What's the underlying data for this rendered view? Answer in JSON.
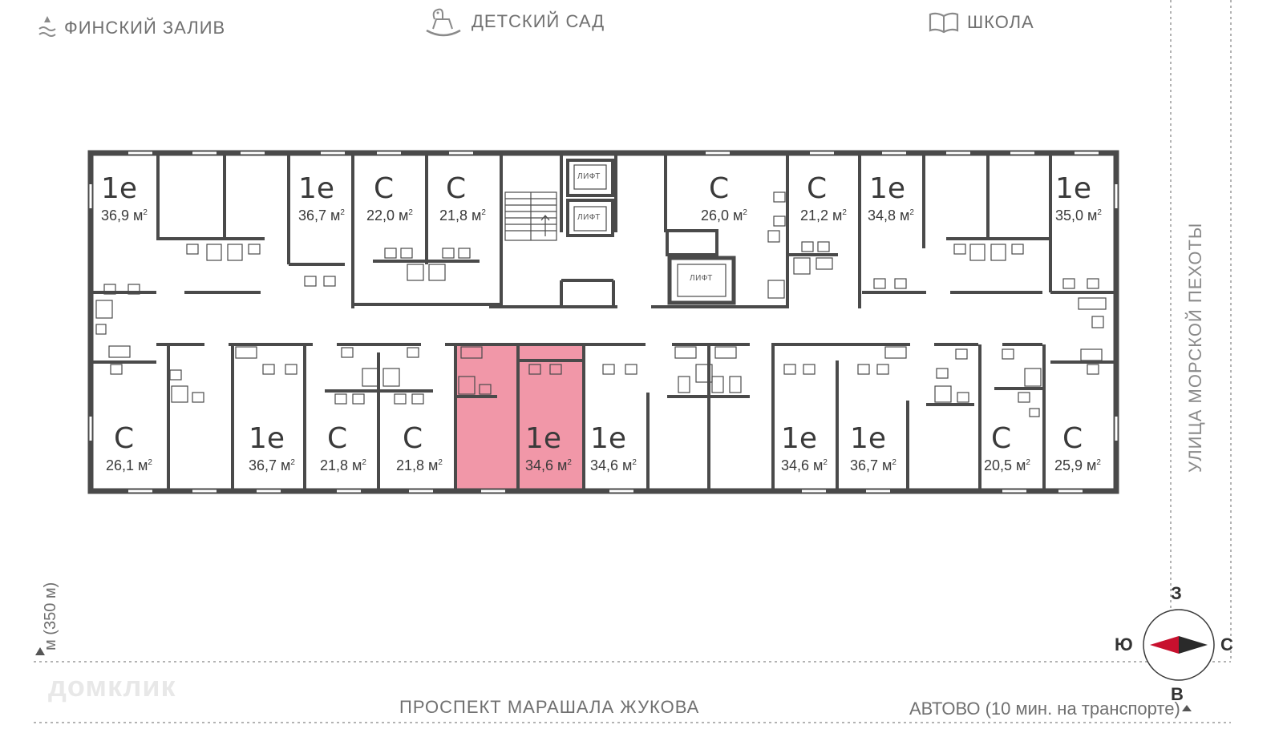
{
  "landmarks": {
    "gulf": "ФИНСКИЙ  ЗАЛИВ",
    "kindergarten": "ДЕТСКИЙ  САД",
    "school": "ШКОЛА"
  },
  "lift_label": "ЛИФТ",
  "units_top": [
    {
      "type": "1е",
      "area": "36,9 м"
    },
    {
      "type": "1е",
      "area": "36,7 м"
    },
    {
      "type": "С",
      "area": "22,0 м"
    },
    {
      "type": "С",
      "area": "21,8 м"
    },
    {
      "type": "С",
      "area": "26,0 м"
    },
    {
      "type": "С",
      "area": "21,2 м"
    },
    {
      "type": "1е",
      "area": "34,8 м"
    },
    {
      "type": "1е",
      "area": "35,0 м"
    }
  ],
  "units_bottom": [
    {
      "type": "С",
      "area": "26,1 м"
    },
    {
      "type": "1е",
      "area": "36,7 м"
    },
    {
      "type": "С",
      "area": "21,8 м"
    },
    {
      "type": "С",
      "area": "21,8 м"
    },
    {
      "type": "1е",
      "area": "34,6 м",
      "highlighted": true
    },
    {
      "type": "1е",
      "area": "34,6 м"
    },
    {
      "type": "1е",
      "area": "34,6 м"
    },
    {
      "type": "1е",
      "area": "36,7 м"
    },
    {
      "type": "С",
      "area": "20,5 м"
    },
    {
      "type": "С",
      "area": "25,9 м"
    }
  ],
  "area_superscript": "2",
  "streets": {
    "side": "УЛИЦА  МОРСКОЙ  ПЕХОТЫ",
    "bottom": "ПРОСПЕКТ  МАРАШАЛА  ЖУКОВА"
  },
  "metro": "АВТОВО (10 мин. на транспорте)",
  "distance": "м (350 м)",
  "watermark": "домклик",
  "compass": {
    "north": "З",
    "south": "В",
    "west": "Ю",
    "east": "С"
  },
  "colors": {
    "walls": "#4a4a4a",
    "highlight": "#f08c9e",
    "accent": "#c8102e"
  }
}
